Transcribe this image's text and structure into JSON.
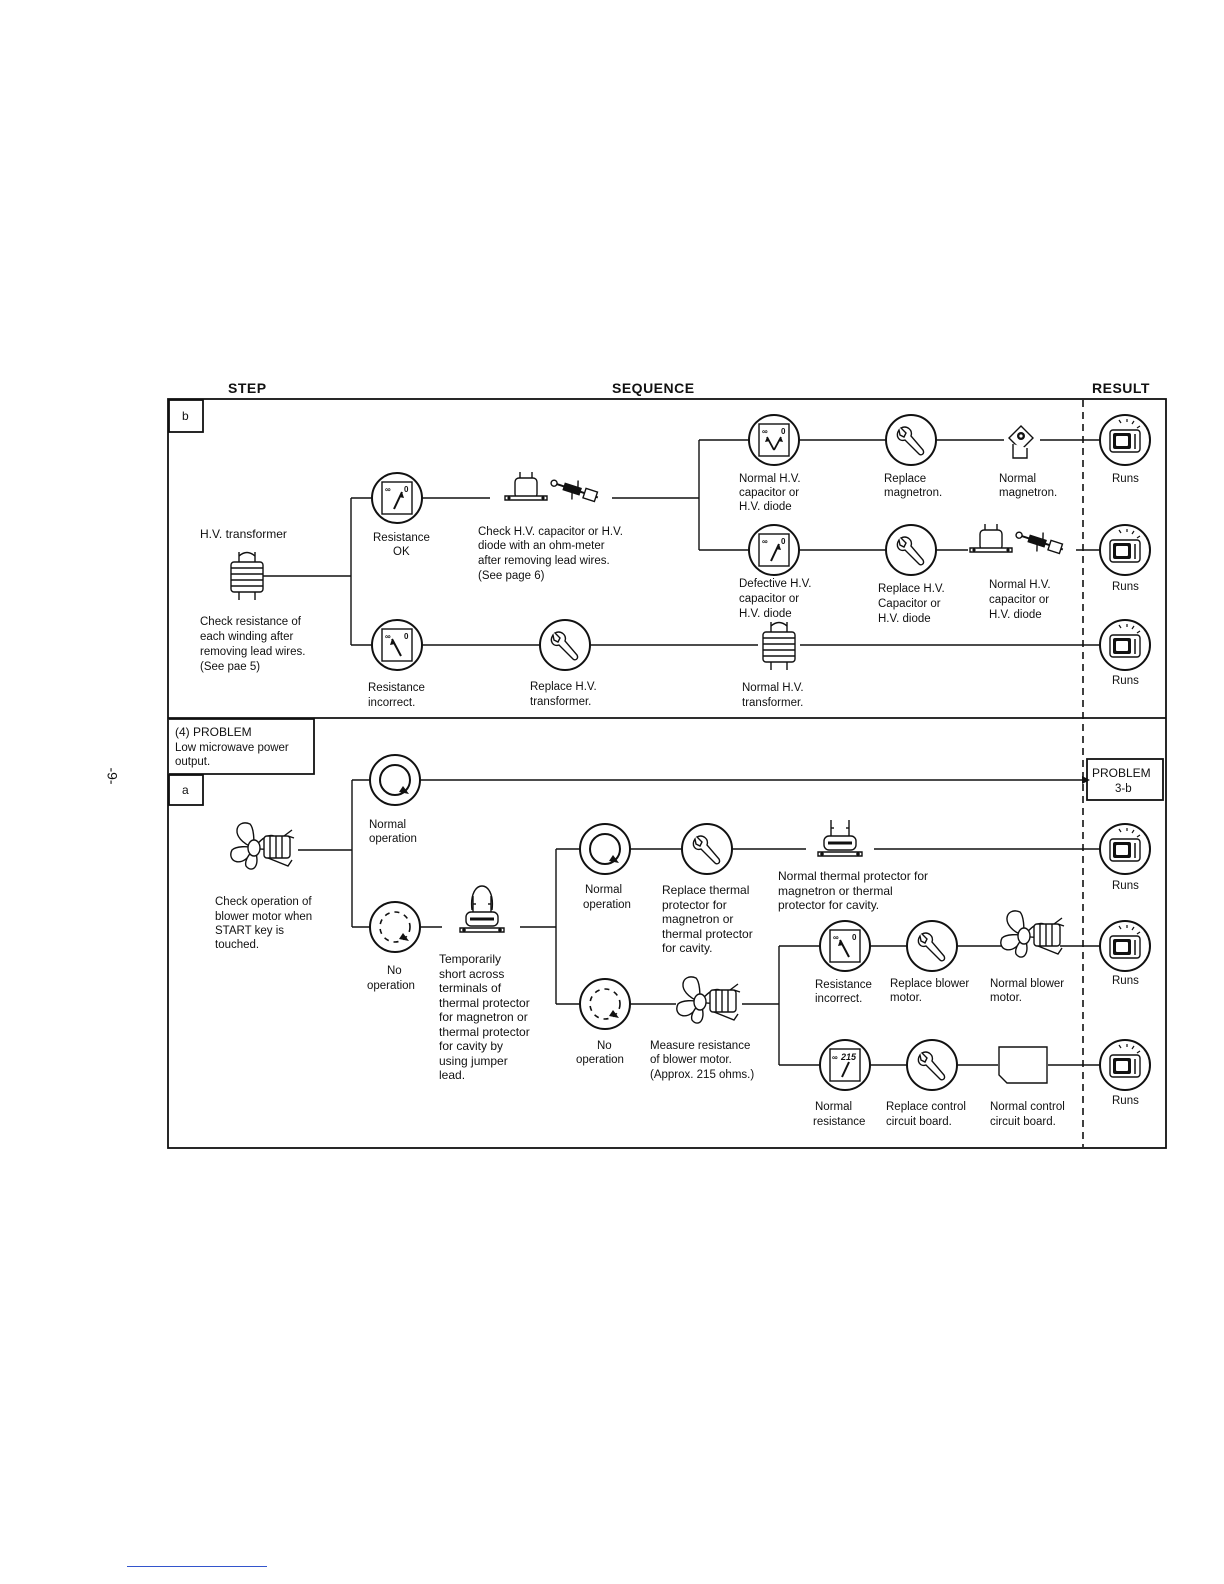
{
  "page_number": "-9-",
  "headers": {
    "step": "STEP",
    "sequence": "SEQUENCE",
    "result": "RESULT"
  },
  "section_b": {
    "tag": "b",
    "hv_transformer_title": "H.V. transformer",
    "check_resistance": [
      "Check resistance of",
      "each winding after",
      "removing lead wires.",
      "(See pae 5)"
    ],
    "resistance_ok": [
      "Resistance",
      "OK"
    ],
    "check_capacitor": [
      "Check H.V. capacitor or H.V.",
      "diode with an ohm-meter",
      "after removing lead wires.",
      "(See page 6)"
    ],
    "normal_hv_cap_diode": [
      "Normal H.V.",
      "capacitor or",
      "H.V. diode"
    ],
    "replace_magnetron": [
      "Replace",
      "magnetron."
    ],
    "normal_magnetron": [
      "Normal",
      "magnetron."
    ],
    "defective_hv": [
      "Defective H.V.",
      "capacitor or",
      "H.V. diode"
    ],
    "replace_hv_capacitor": [
      "Replace H.V.",
      "Capacitor or",
      "H.V. diode"
    ],
    "normal_hv_cap_diode_2": [
      "Normal H.V.",
      "capacitor or",
      "H.V. diode"
    ],
    "resistance_incorrect": [
      "Resistance",
      "incorrect."
    ],
    "replace_hv_transformer": [
      "Replace H.V.",
      "transformer."
    ],
    "normal_hv_transformer": [
      "Normal H.V.",
      "transformer."
    ],
    "result_1": "Runs",
    "result_2": "Runs",
    "result_3": "Runs"
  },
  "problem_4": {
    "title": "(4) PROBLEM",
    "description": [
      "Low microwave power",
      "output."
    ],
    "tag": "a",
    "check_blower": [
      "Check operation of",
      "blower motor when",
      "START key is",
      "touched."
    ],
    "normal_operation": [
      "Normal",
      "operation"
    ],
    "no_operation": [
      "No",
      "operation"
    ],
    "temporarily_short": [
      "Temporarily",
      "short across",
      "terminals of",
      "thermal protector",
      "for magnetron or",
      "thermal protector",
      "for cavity by",
      "using jumper",
      "lead."
    ],
    "normal_operation_2": [
      "Normal",
      "operation"
    ],
    "replace_thermal": [
      "Replace thermal",
      "protector for",
      "magnetron or",
      "thermal protector",
      "for cavity."
    ],
    "normal_thermal": [
      "Normal thermal protector for",
      "magnetron or thermal",
      "protector for cavity."
    ],
    "no_operation_2": [
      "No",
      "operation"
    ],
    "measure_resistance": [
      "Measure resistance",
      "of blower motor.",
      "(Approx. 215 ohms.)"
    ],
    "resistance_incorrect": [
      "Resistance",
      "incorrect."
    ],
    "replace_blower": [
      "Replace blower",
      "motor."
    ],
    "normal_blower": [
      "Normal blower",
      "motor."
    ],
    "normal_resistance": [
      "Normal",
      "resistance"
    ],
    "replace_control": [
      "Replace control",
      "circuit board."
    ],
    "normal_control": [
      "Normal control",
      "circuit board."
    ],
    "meter_reading": "215",
    "problem_ref": [
      "PROBLEM",
      "3-b"
    ],
    "result_1": "Runs",
    "result_2": "Runs",
    "result_3": "Runs"
  }
}
